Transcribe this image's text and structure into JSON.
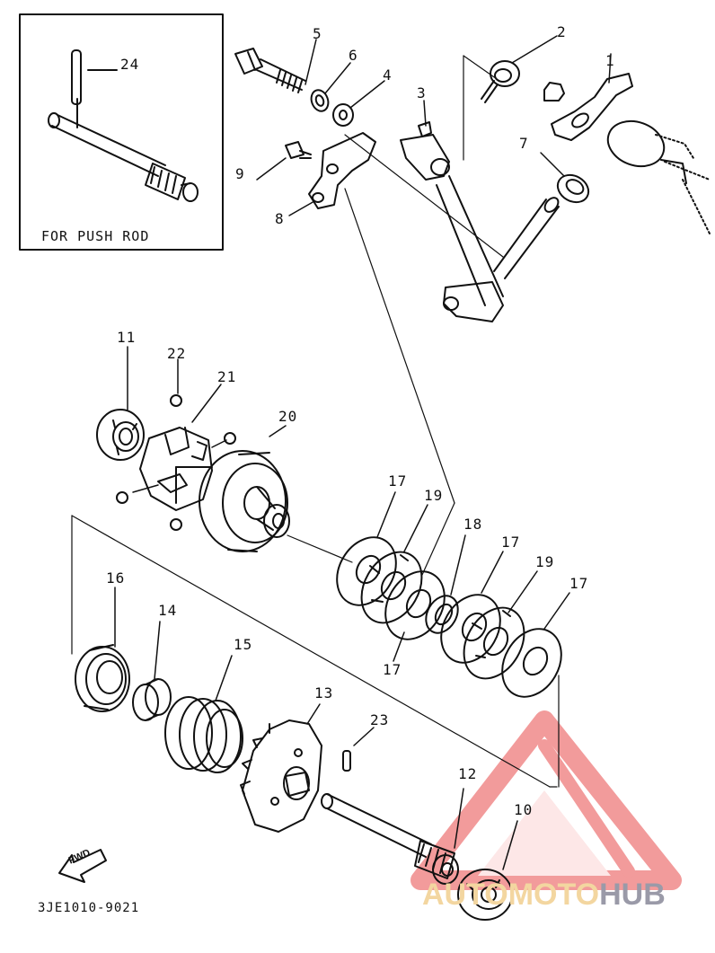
{
  "diagram": {
    "inset_caption": "FOR PUSH ROD",
    "document_code": "3JE1010-9021",
    "direction_label": "FWD",
    "watermark": {
      "part1": "AUTO",
      "part2": "MOTO",
      "part3": "HUB"
    },
    "callouts": {
      "c1": "1",
      "c2": "2",
      "c3": "3",
      "c4": "4",
      "c5": "5",
      "c6": "6",
      "c7": "7",
      "c8": "8",
      "c9": "9",
      "c10": "10",
      "c11": "11",
      "c12": "12",
      "c13": "13",
      "c14": "14",
      "c15": "15",
      "c16": "16",
      "c17a": "17",
      "c17b": "17",
      "c17c": "17",
      "c17d": "17",
      "c18": "18",
      "c19a": "19",
      "c19b": "19",
      "c20": "20",
      "c21": "21",
      "c22": "22",
      "c23": "23",
      "c24": "24"
    }
  },
  "colors": {
    "ink": "#111111",
    "watermark_red": "#f08a8a",
    "watermark_pale": "#f3d6a0",
    "watermark_grey": "#9a9aa8"
  }
}
